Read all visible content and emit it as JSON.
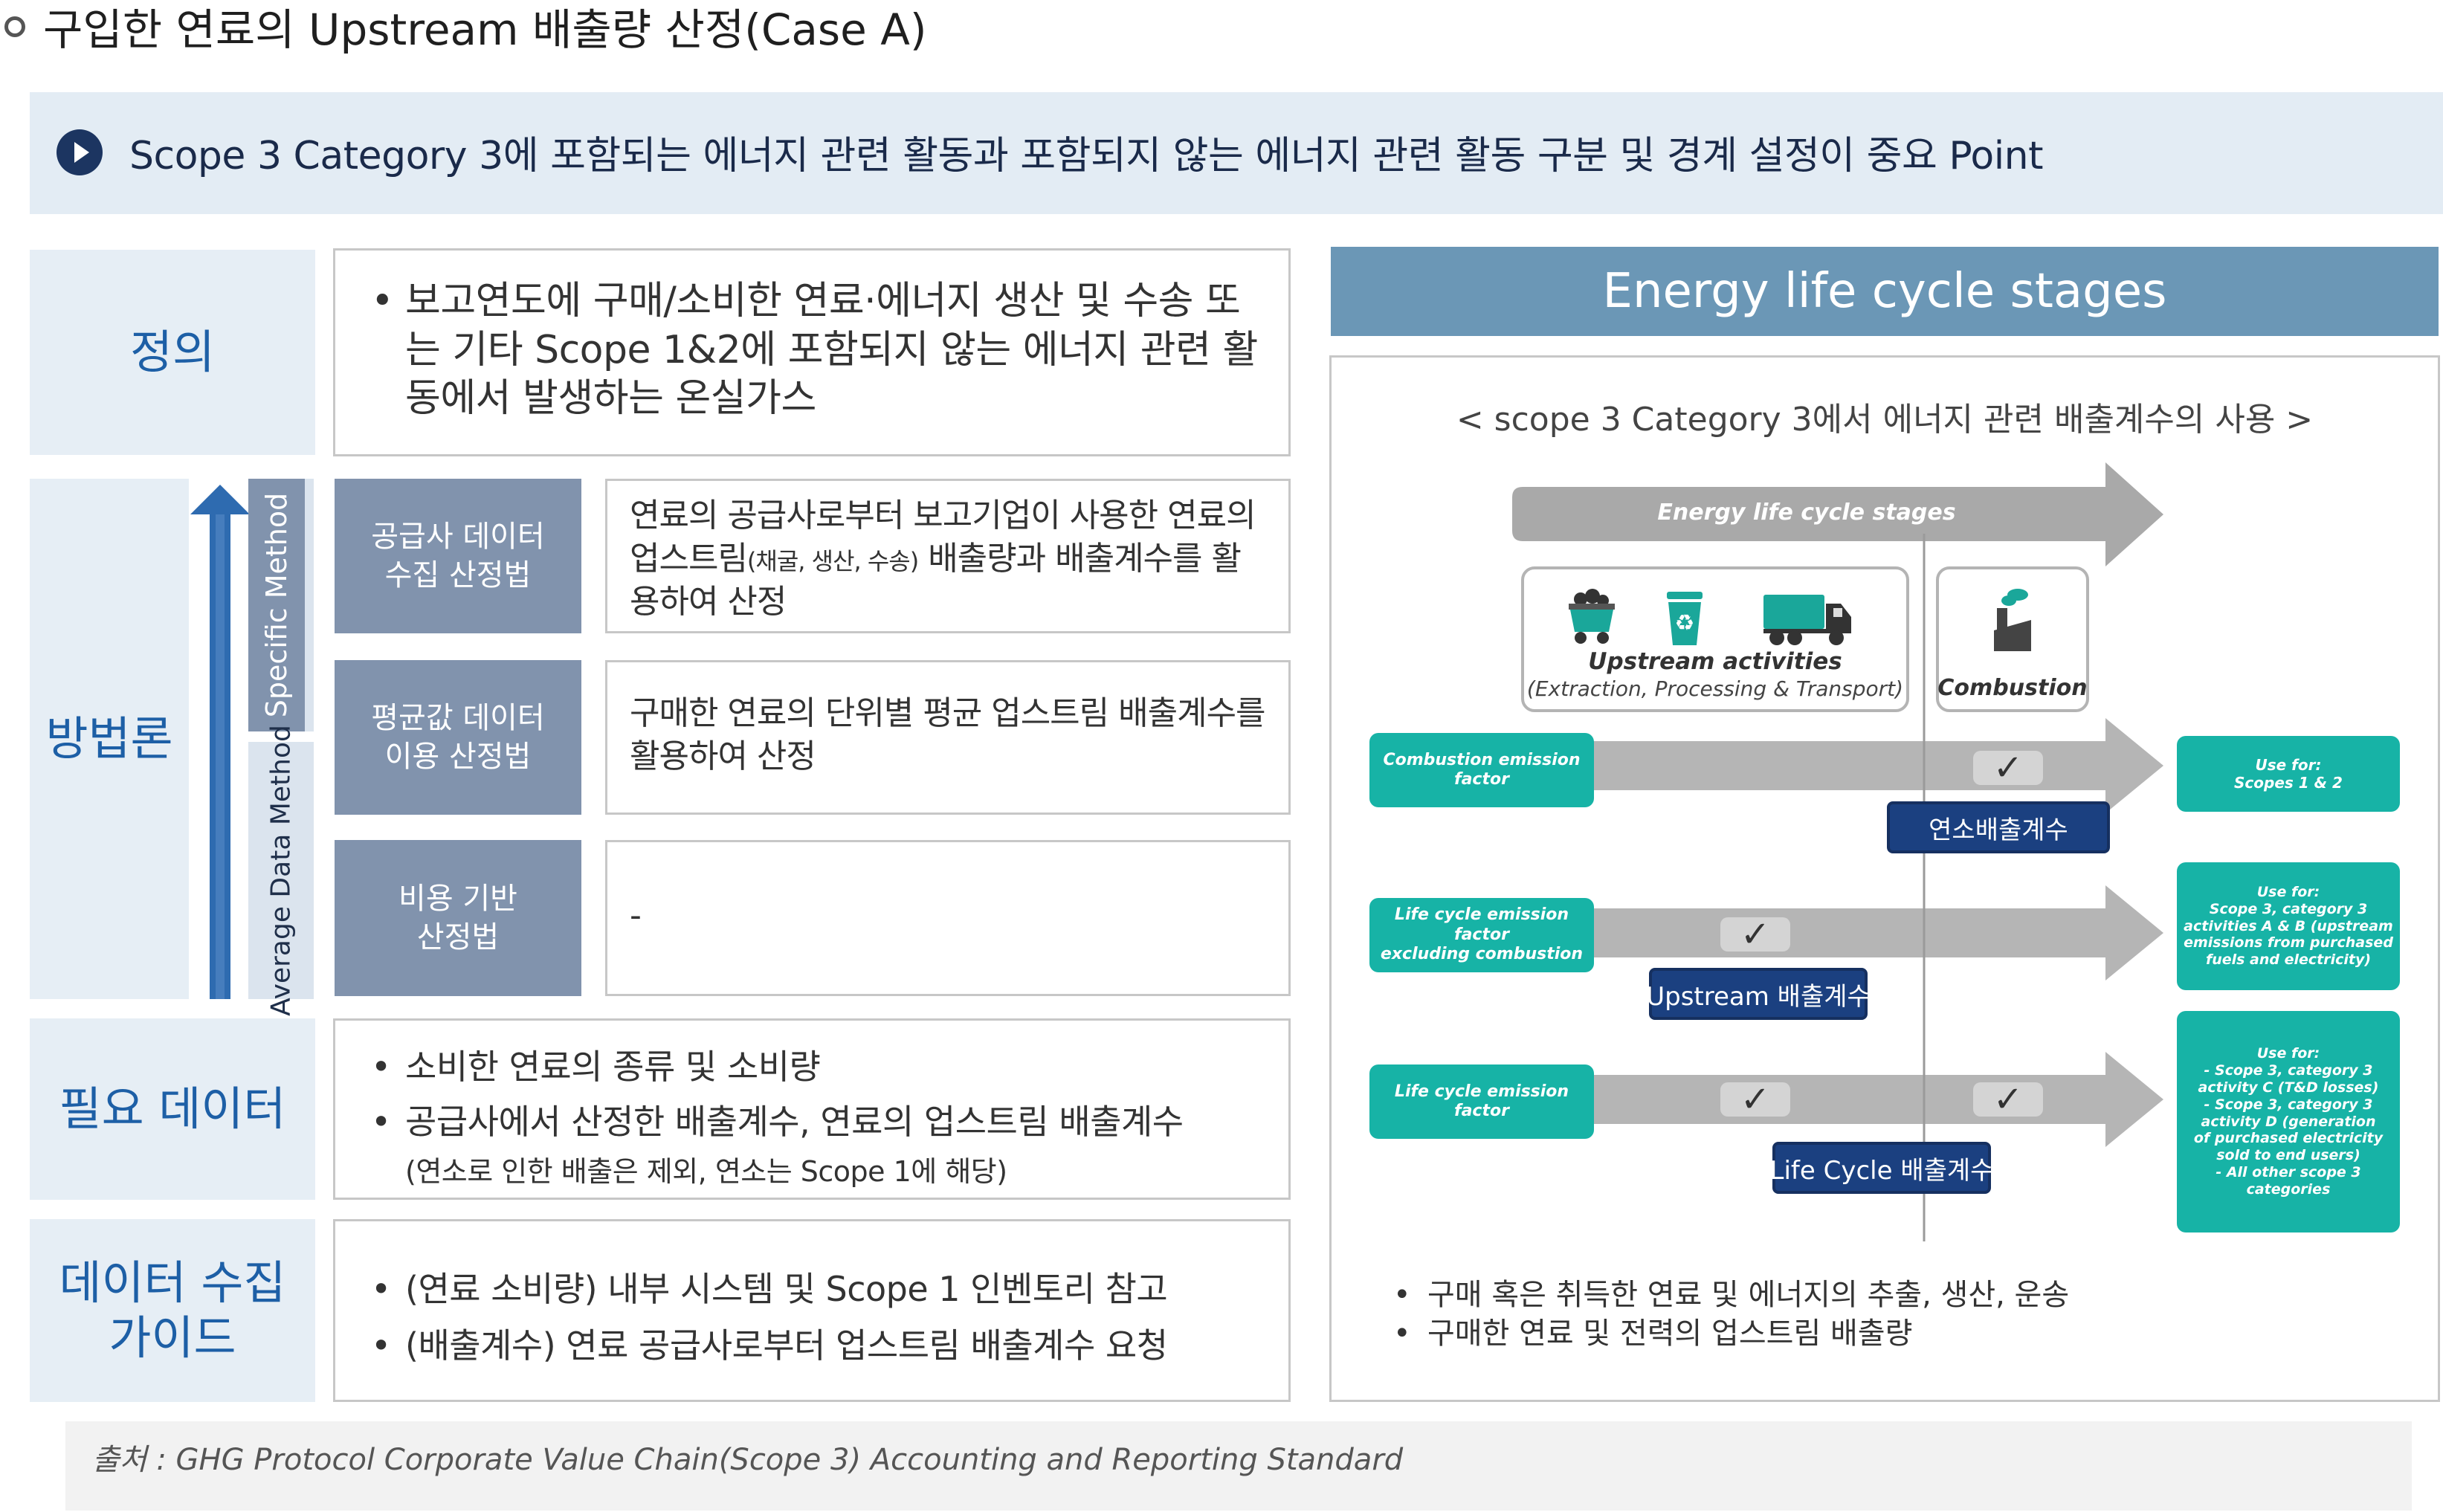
{
  "page": {
    "title": "구입한 연료의 Upstream 배출량 산정(Case A)",
    "banner": "Scope 3 Category 3에 포함되는 에너지 관련 활동과 포함되지 않는 에너지 관련 활동 구분 및  경계 설정이 중요 Point",
    "source": "출처 : GHG Protocol Corporate Value Chain(Scope 3) Accounting and Reporting Standard"
  },
  "definition": {
    "label": "정의",
    "text": "보고연도에 구매/소비한 연료·에너지 생산 및 수송 또는 기타 Scope 1&2에 포함되지 않는 에너지 관련 활동에서 발생하는 온실가스"
  },
  "methodology": {
    "label": "방법론",
    "specific_label": "Specific Method",
    "average_label": "Average Data Method",
    "methods": [
      {
        "name_line1": "공급사 데이터",
        "name_line2": "수집 산정법",
        "desc_a": "연료의 공급사로부터 보고기업이 사용한 연료의 업스트림",
        "desc_small": "(채굴, 생산, 수송)",
        "desc_b": " 배출량과 배출계수를 활용하여 산정"
      },
      {
        "name_line1": "평균값 데이터",
        "name_line2": "이용 산정법",
        "desc": "구매한 연료의 단위별 평균 업스트림 배출계수를 활용하여 산정"
      },
      {
        "name_line1": "비용 기반",
        "name_line2": "산정법",
        "desc": "-"
      }
    ]
  },
  "required_data": {
    "label": "필요 데이터",
    "bullets": [
      "소비한 연료의 종류 및 소비량",
      "공급사에서 산정한 배출계수, 연료의 업스트림 배출계수"
    ],
    "note": "(연소로 인한 배출은 제외, 연소는 Scope 1에 해당)"
  },
  "collection_guide": {
    "label_line1": "데이터 수집",
    "label_line2": "가이드",
    "bullets": [
      "(연료 소비량) 내부 시스템 및 Scope 1 인벤토리 참고",
      "(배출계수) 연료 공급사로부터 업스트림 배출계수 요청"
    ]
  },
  "right_panel": {
    "header": "Energy life cycle stages",
    "subtitle": "< scope 3 Category 3에서 에너지 관련 배출계수의 사용 >",
    "top_arrow_label": "Energy life cycle stages",
    "upstream_title": "Upstream activities",
    "upstream_sub": "(Extraction, Processing & Transport)",
    "combustion_title": "Combustion",
    "check_symbol": "✓",
    "rows": [
      {
        "left_line1": "Combustion emission",
        "left_line2": "factor",
        "factor_label": "연소배출계수",
        "use_lines": [
          "Use for:",
          "Scopes 1 & 2"
        ]
      },
      {
        "left_line1": "Life cycle emission factor",
        "left_line2": "excluding combustion",
        "factor_label": "Upstream 배출계수",
        "use_lines": [
          "Use for:",
          "Scope 3, category 3",
          "activities A & B (upstream",
          "emissions from purchased",
          "fuels and electricity)"
        ]
      },
      {
        "left_line1": "Life cycle emission",
        "left_line2": "factor",
        "factor_label": "Life Cycle 배출계수",
        "use_lines": [
          "Use for:",
          "- Scope 3, category 3",
          "activity C (T&D losses)",
          "- Scope 3, category 3",
          "activity D (generation",
          "of purchased electricity",
          "sold to end users)",
          "- All other scope 3",
          "categories"
        ]
      }
    ],
    "bullets": [
      "구매 혹은 취득한 연료 및 에너지의 추출, 생산, 운송",
      "구매한 연료 및 전력의 업스트림 배출량"
    ]
  }
}
